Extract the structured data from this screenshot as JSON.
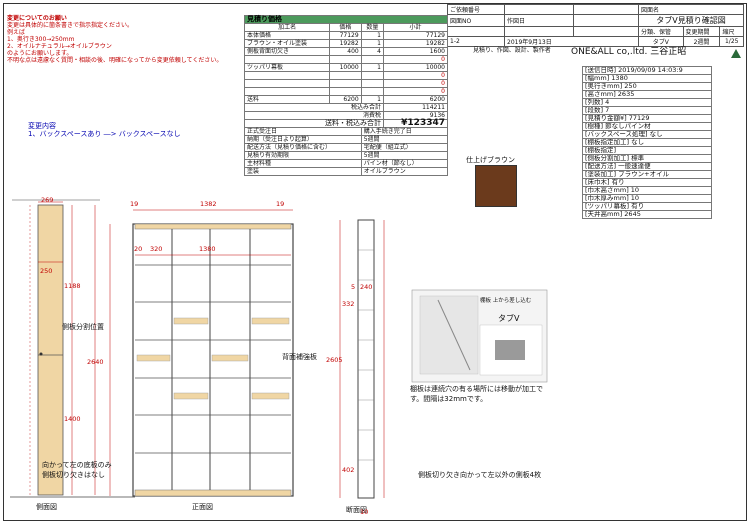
{
  "notes": {
    "title": "変更についてのお願い",
    "lines": [
      "変更は具体的に箇条書きで指示指定ください。",
      "例えば",
      "1、奥行き300→250mm",
      "2、オイルナチュラル→オイルブラウン",
      "のようにお願いします。",
      "不明な点は遠慮なく質問・相談の後、明確になってから変更依頼してください。"
    ]
  },
  "changes": {
    "title": "変更内容",
    "item": "1、バックスペースあり ―> バックスペースなし"
  },
  "header": {
    "approval_label": "ご依頼番号",
    "drawing_no_label": "図面NO",
    "date_label": "作図日",
    "category_label": "分類、保管",
    "period_label": "変更期間",
    "page_label": "縮尺",
    "drawing_name_label": "図面名",
    "drawing_name": "タブV見積り確認図",
    "drawing_no": "1-2",
    "date": "2019年9月13日",
    "category": "タブV",
    "period": "2週間",
    "page": "1/25",
    "maker_label": "見積り、作図、設計、製作者",
    "company": "ONE&ALL co,.ltd. 三谷正昭"
  },
  "estimate": {
    "title": "見積り価格",
    "columns": [
      "加工名",
      "価格",
      "数量",
      "小計"
    ],
    "rows": [
      {
        "name": "本体価格",
        "price": "77129",
        "qty": "1",
        "subtotal": "77129"
      },
      {
        "name": "ブラウン・オイル塗装",
        "price": "19282",
        "qty": "1",
        "subtotal": "19282"
      },
      {
        "name": "側板背面切欠き",
        "price": "400",
        "qty": "4",
        "subtotal": "1600"
      },
      {
        "name": "",
        "price": "",
        "qty": "",
        "subtotal": "0"
      },
      {
        "name": "ツッパリ幕板",
        "price": "10000",
        "qty": "1",
        "subtotal": "10000"
      },
      {
        "name": "",
        "price": "",
        "qty": "",
        "subtotal": "0"
      },
      {
        "name": "",
        "price": "",
        "qty": "",
        "subtotal": "0"
      },
      {
        "name": "",
        "price": "",
        "qty": "",
        "subtotal": "0"
      },
      {
        "name": "送料",
        "price": "6200",
        "qty": "1",
        "subtotal": "6200"
      }
    ],
    "tax_excl_label": "税込み合計",
    "tax_excl": "114211",
    "tax_label": "消費税",
    "tax": "9136",
    "total_label": "送料・税込み合計",
    "total": "¥123347",
    "details": [
      {
        "k": "正式受注日",
        "v": "購入手続き完了日"
      },
      {
        "k": "納期（受注日より起算）",
        "v": "5週間"
      },
      {
        "k": "配送方法（見積り価格に含む）",
        "v": "宅配便（組立式）"
      },
      {
        "k": "見積り有効期限",
        "v": "5週間"
      },
      {
        "k": "主材料種",
        "v": "パイン材（節なし）"
      },
      {
        "k": "塗装",
        "v": "オイルブラウン"
      }
    ]
  },
  "finish": {
    "label": "仕上げブラウン",
    "color": "#6b3a1c"
  },
  "info": [
    "[送信日時] 2019/09/09 14:03:9",
    "[幅mm] 1380",
    "[奥行きmm] 250",
    "[高さmm] 2635",
    "[列数] 4",
    "[段数] 7",
    "[見積り金額¥] 77129",
    "[樹種] 節なしパイン材",
    "[バックスペース処理] なし",
    "[棚板指定加工] なし",
    "[棚板指定]",
    "[側板分割加工] 標準",
    "[配送方法] 一般速達便",
    "[塗装加工] ブラウン+オイル",
    "[床巾木] 有り",
    "[巾木高さmm] 10",
    "[巾木厚みmm] 10",
    "[ツッパリ幕板] 有り",
    "[天井高mm] 2645"
  ],
  "drawings": {
    "side_label": "側面図",
    "front_label": "正面図",
    "section_label": "断面図",
    "side_split": "側板分割位置",
    "back_panel": "背面補強板",
    "side_notch": "向かって左の底板のみ側板切り欠きはなし",
    "section_notch": "側板切り欠き向かって左以外の側板4枚",
    "shelf_note": "棚板は連続穴の有る場所には移動が加工です。間隔は32mmです。",
    "parts_label": "タブV",
    "parts_note": "棚板 上から差し込む",
    "dims": {
      "d269": "269",
      "d250": "250",
      "d1188": "1188",
      "d2640": "2640",
      "d1400": "1400",
      "d10": "10",
      "d19": "19",
      "d1382": "1382",
      "d1380": "1380",
      "d20": "20",
      "d320": "320",
      "d2605": "2605",
      "d240": "240",
      "d332": "332",
      "d402": "402",
      "d5": "5"
    }
  }
}
